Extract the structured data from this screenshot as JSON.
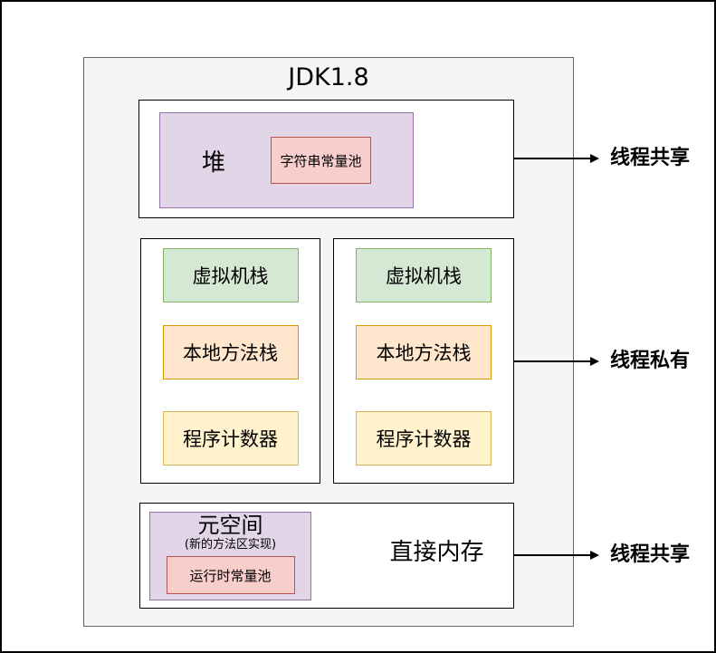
{
  "title": "JDK1.8",
  "heap_section": {
    "heap_label": "堆",
    "string_pool_label": "字符串常量池"
  },
  "thread_stacks": [
    {
      "items": [
        "虚拟机栈",
        "本地方法栈",
        "程序计数器"
      ]
    },
    {
      "items": [
        "虚拟机栈",
        "本地方法栈",
        "程序计数器"
      ]
    }
  ],
  "bottom_section": {
    "metaspace_label": "元空间",
    "metaspace_subtitle": "(新的方法区实现)",
    "runtime_pool_label": "运行时常量池",
    "direct_memory_label": "直接内存"
  },
  "annotations": [
    {
      "label": "线程共享"
    },
    {
      "label": "线程私有"
    },
    {
      "label": "线程共享"
    }
  ],
  "colors": {
    "container-fill": "#f5f5f5",
    "container-stroke": "#666666",
    "purple-fill": "#e1d5e7",
    "purple-stroke": "#9673a6",
    "pink-fill": "#f8cecc",
    "pink-stroke": "#b85450",
    "green-fill": "#d5e8d4",
    "green-stroke": "#82b366",
    "orange-fill": "#ffe6cc",
    "orange-stroke": "#d79b00",
    "yellow-fill": "#fff2cc",
    "yellow-stroke": "#d6b656",
    "arrow": "#000000"
  }
}
